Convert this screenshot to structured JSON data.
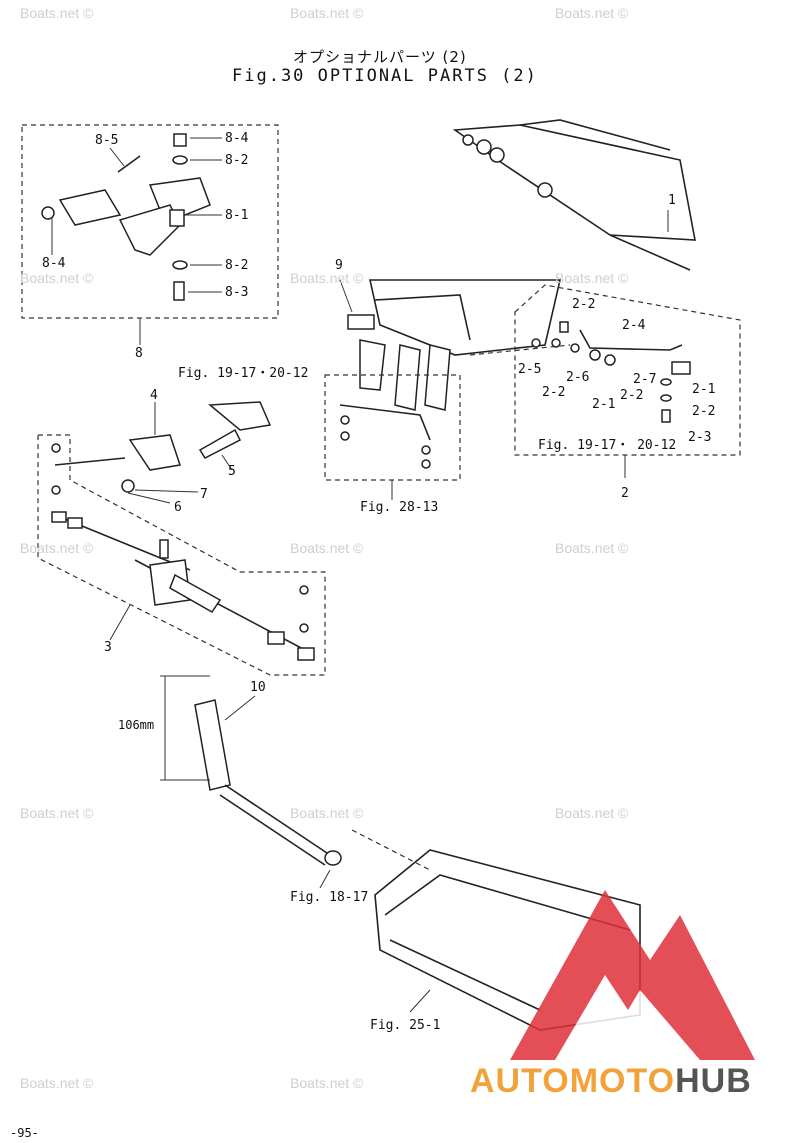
{
  "title": {
    "japanese": "オプショナルパーツ (2)",
    "english": "Fig.30 OPTIONAL PARTS (2)"
  },
  "labels": {
    "l8_5": "8-5",
    "l8_4a": "8-4",
    "l8_2a": "8-2",
    "l8_1": "8-1",
    "l8_4b": "8-4",
    "l8_2b": "8-2",
    "l8_3": "8-3",
    "l8": "8",
    "l1": "1",
    "l9": "9",
    "l2_2a": "2-2",
    "l2_4": "2-4",
    "l2_5": "2-5",
    "l2_6": "2-6",
    "l2_2b": "2-2",
    "l2_1a": "2-1",
    "l2_2c": "2-2",
    "l2_7": "2-7",
    "l2_1b": "2-1",
    "l2_2d": "2-2",
    "l2_3": "2-3",
    "l2": "2",
    "fig19a": "Fig. 19-17・20-12",
    "fig19b": "Fig. 19-17・ 20-12",
    "fig28": "Fig. 28-13",
    "l4": "4",
    "l5": "5",
    "l6": "6",
    "l7": "7",
    "l3": "3",
    "l10": "10",
    "dim": "106mm",
    "fig18": "Fig. 18-17",
    "fig25": "Fig. 25-1"
  },
  "watermark": "Boats.net ©",
  "brand": {
    "part1": "AUTO",
    "part2": "MOTO",
    "part3": "HUB"
  },
  "page_number": "-95-",
  "colors": {
    "logo_red": "#e0303a",
    "logo_orange": "#f2a23a",
    "logo_gray": "#555555"
  }
}
